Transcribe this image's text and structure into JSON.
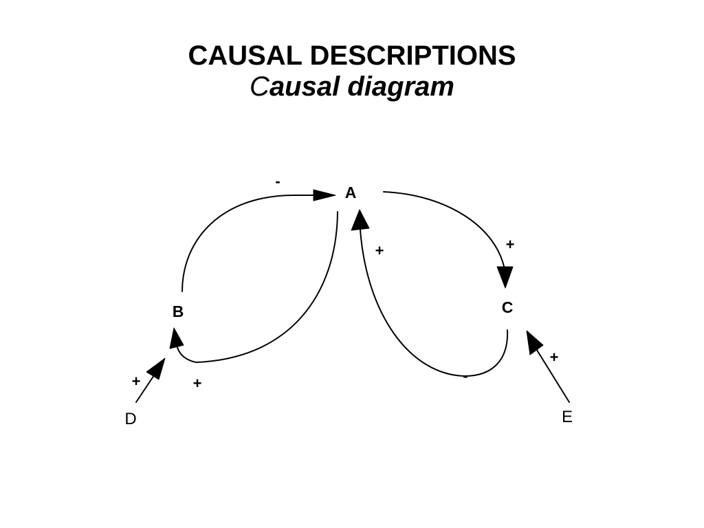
{
  "title": "CAUSAL DESCRIPTIONS",
  "subtitle": "Causal diagram",
  "nodes": {
    "a": "A",
    "b": "B",
    "c": "C",
    "d": "D",
    "e": "E"
  },
  "link_signs": {
    "b_to_a": "-",
    "a_to_b": "+",
    "a_to_c": "+",
    "c_to_a": "+",
    "c_to_a_lower": "-",
    "d_to_b": "+",
    "e_to_c": "+"
  },
  "colors": {
    "ink": "#000000",
    "background": "#ffffff"
  }
}
